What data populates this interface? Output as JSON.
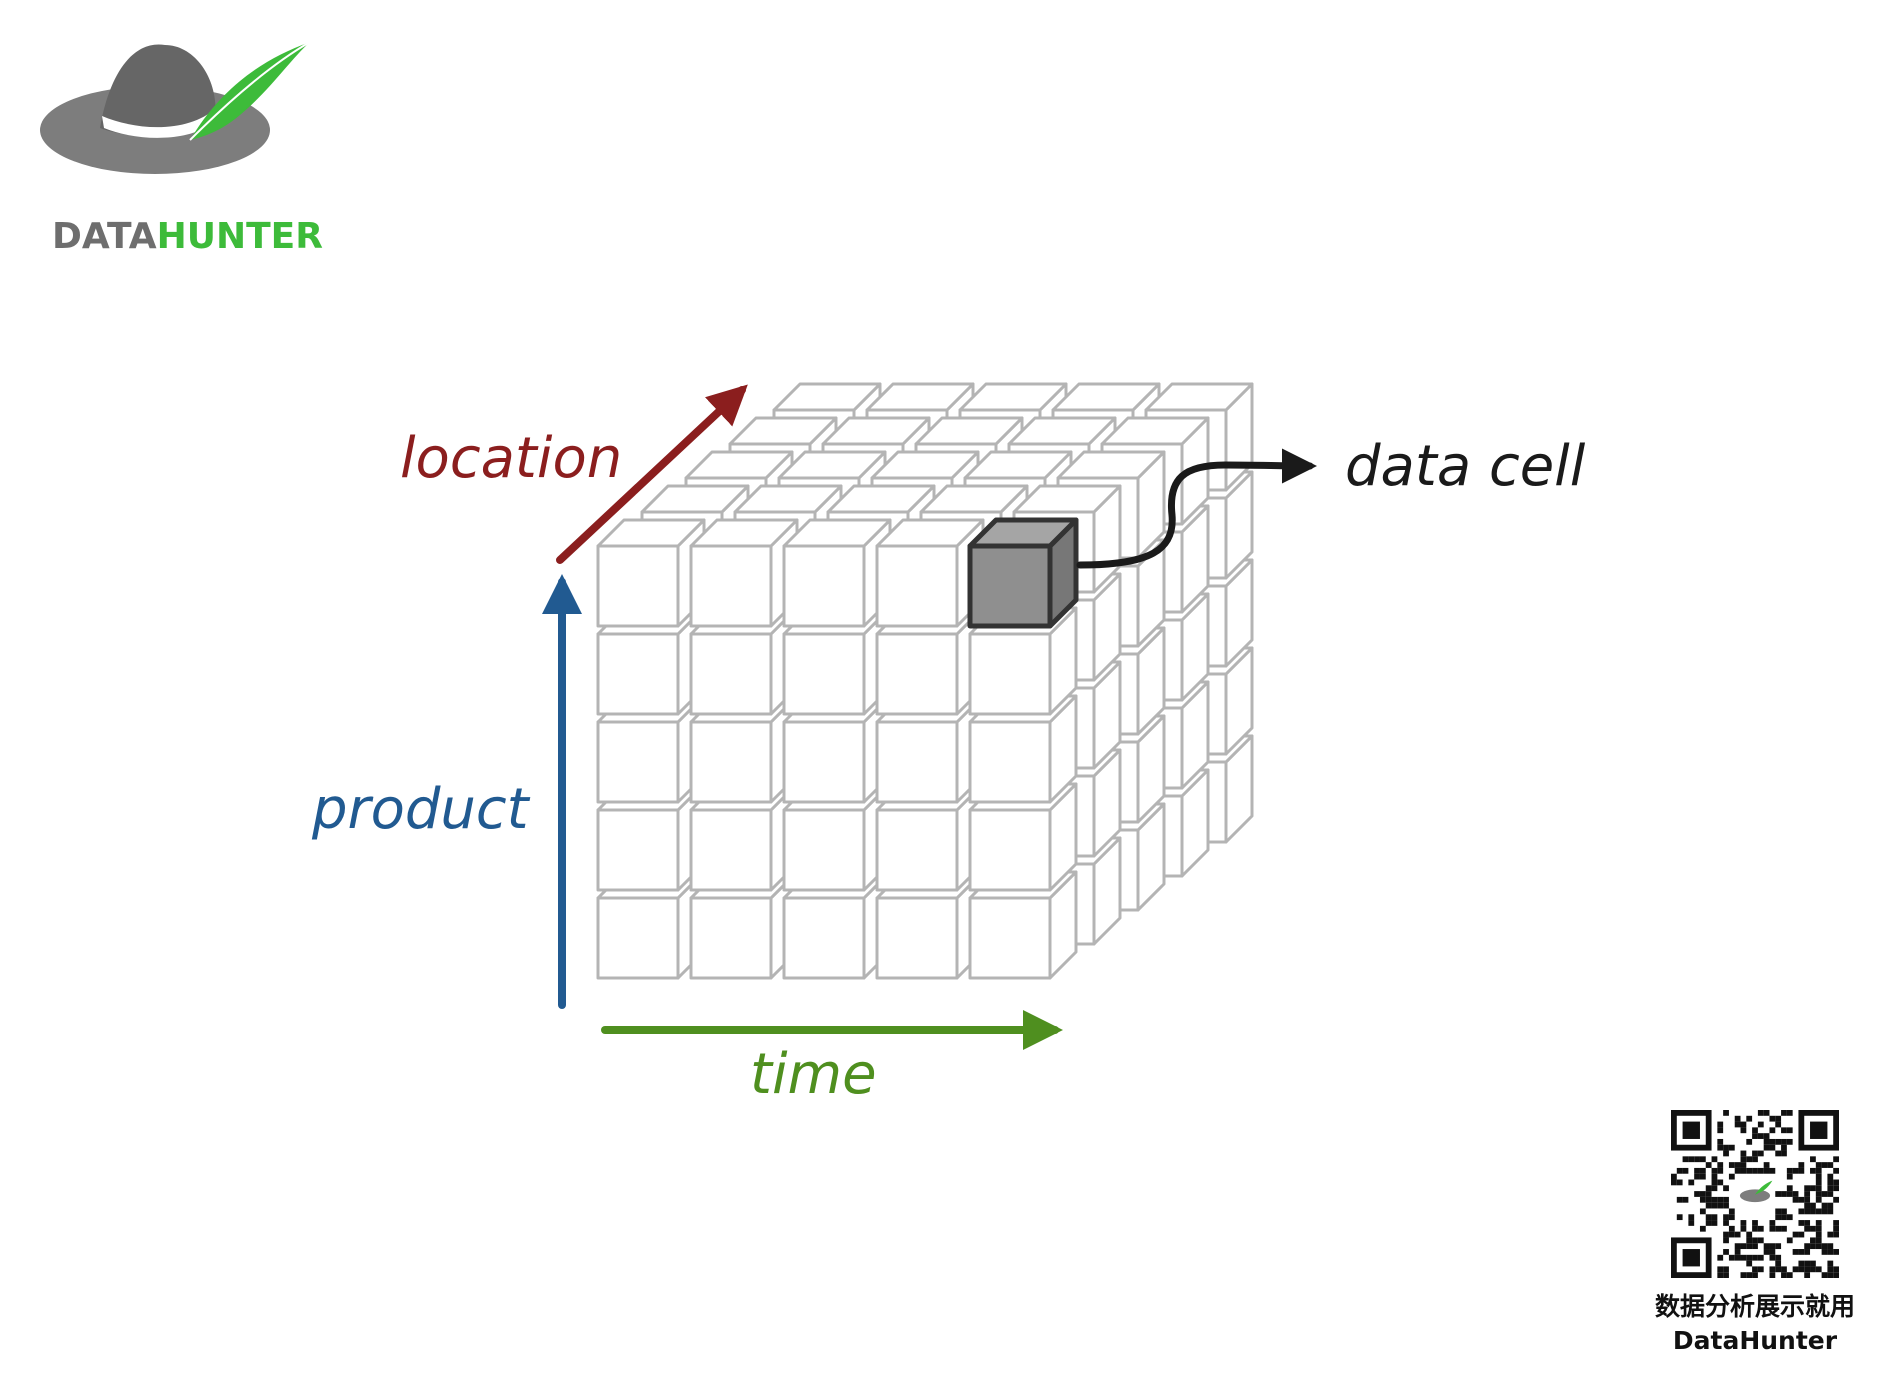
{
  "logo": {
    "word_gray": "DATA",
    "word_green": "HUNTER",
    "icon": "hat-with-feather-icon"
  },
  "diagram": {
    "axes": {
      "location": {
        "label": "location",
        "color": "#8b1e1e"
      },
      "product": {
        "label": "product",
        "color": "#215a91"
      },
      "time": {
        "label": "time",
        "color": "#4f8f1f"
      }
    },
    "callout": {
      "label": "data cell",
      "color": "#1a1a1a"
    },
    "grid": {
      "time_cells": 5,
      "product_cells": 5,
      "location_cells": 5,
      "highlighted_cell": {
        "time": 5,
        "product": 5,
        "location": 1
      }
    },
    "colors": {
      "cube_stroke": "#b4b4b4",
      "highlight_fill": "#8a8a8a",
      "highlight_stroke": "#333333"
    }
  },
  "qr": {
    "caption_line1": "数据分析展示就用",
    "caption_line2": "DataHunter"
  }
}
